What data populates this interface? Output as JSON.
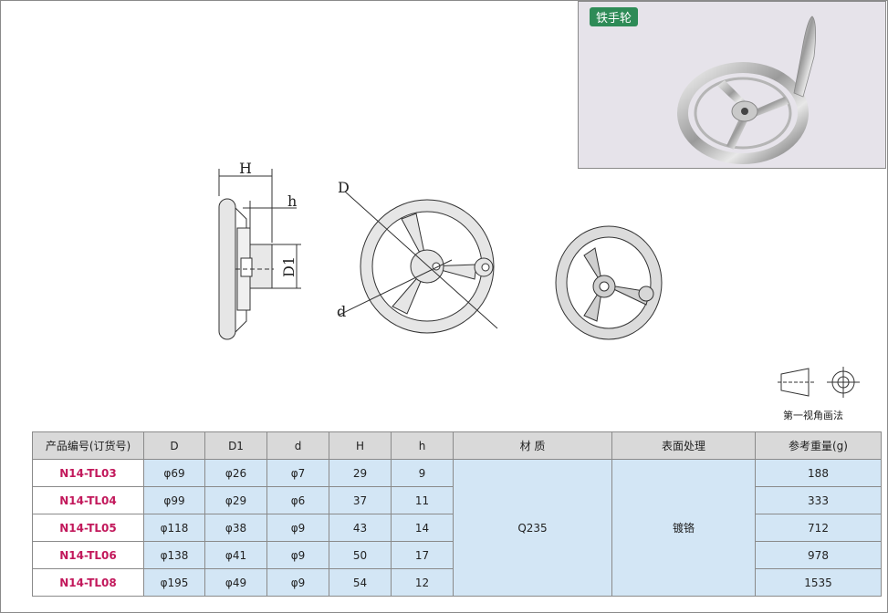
{
  "photo": {
    "badge": "铁手轮"
  },
  "drawing": {
    "dim_H": "H",
    "dim_h": "h",
    "dim_D1": "D1",
    "dim_D": "D",
    "dim_d": "d"
  },
  "projection_label": "第一视角画法",
  "table": {
    "headers": [
      "产品编号(订货号)",
      "D",
      "D1",
      "d",
      "H",
      "h",
      "材 质",
      "表面处理",
      "参考重量(g)"
    ],
    "material": "Q235",
    "finish": "镀铬",
    "rows": [
      {
        "model": "N14-TL03",
        "D": "φ69",
        "D1": "φ26",
        "d": "φ7",
        "H": "29",
        "h": "9",
        "weight": "188"
      },
      {
        "model": "N14-TL04",
        "D": "φ99",
        "D1": "φ29",
        "d": "φ6",
        "H": "37",
        "h": "11",
        "weight": "333"
      },
      {
        "model": "N14-TL05",
        "D": "φ118",
        "D1": "φ38",
        "d": "φ9",
        "H": "43",
        "h": "14",
        "weight": "712"
      },
      {
        "model": "N14-TL06",
        "D": "φ138",
        "D1": "φ41",
        "d": "φ9",
        "H": "50",
        "h": "17",
        "weight": "978"
      },
      {
        "model": "N14-TL08",
        "D": "φ195",
        "D1": "φ49",
        "d": "φ9",
        "H": "54",
        "h": "12",
        "weight": "1535"
      }
    ]
  }
}
